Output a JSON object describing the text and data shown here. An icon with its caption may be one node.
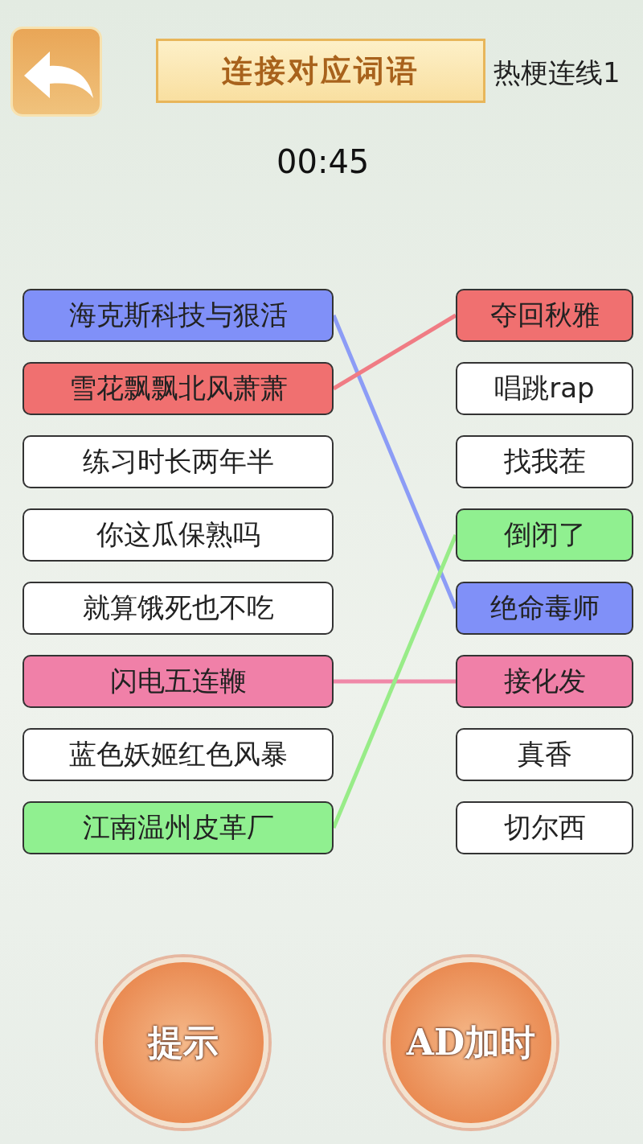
{
  "diagram": {
    "title": "连接对应词语",
    "nodes": [
      {
        "text": [
          "海克斯科技与狠活"
        ]
      },
      {
        "text": [
          "雪花飘飘北风萧萧"
        ]
      },
      {
        "text": [
          "练习时长两年半"
        ]
      },
      {
        "text": [
          "你这瓜保熟吗"
        ]
      },
      {
        "text": [
          "就算饿死也不吃"
        ]
      },
      {
        "text": [
          "闪电五连鞭"
        ]
      },
      {
        "text": [
          "蓝色妖姬红色风暴"
        ]
      },
      {
        "text": [
          "江南温州皮革厂"
        ]
      },
      {
        "text": [
          "夺回秋雅"
        ]
      },
      {
        "text": [
          "唱跳rap"
        ]
      },
      {
        "text": [
          "找我茬"
        ]
      },
      {
        "text": [
          "倒闭了"
        ]
      },
      {
        "text": [
          "绝命毒师"
        ]
      },
      {
        "text": [
          "接化发"
        ]
      },
      {
        "text": [
          "真香"
        ]
      },
      {
        "text": [
          "切尔西"
        ]
      }
    ],
    "edges": [
      {
        "from": 0,
        "to": 12,
        "arrow": "none",
        "color": "#8c9cf6"
      },
      {
        "from": 1,
        "to": 8,
        "arrow": "none",
        "color": "#f07c84"
      },
      {
        "from": 5,
        "to": 13,
        "arrow": "none",
        "color": "#f088a8"
      },
      {
        "from": 7,
        "to": 11,
        "arrow": "none",
        "color": "#98ec88"
      }
    ],
    "labels": [
      "热梗连线1",
      "00:45",
      "提示",
      "AD加时"
    ]
  }
}
